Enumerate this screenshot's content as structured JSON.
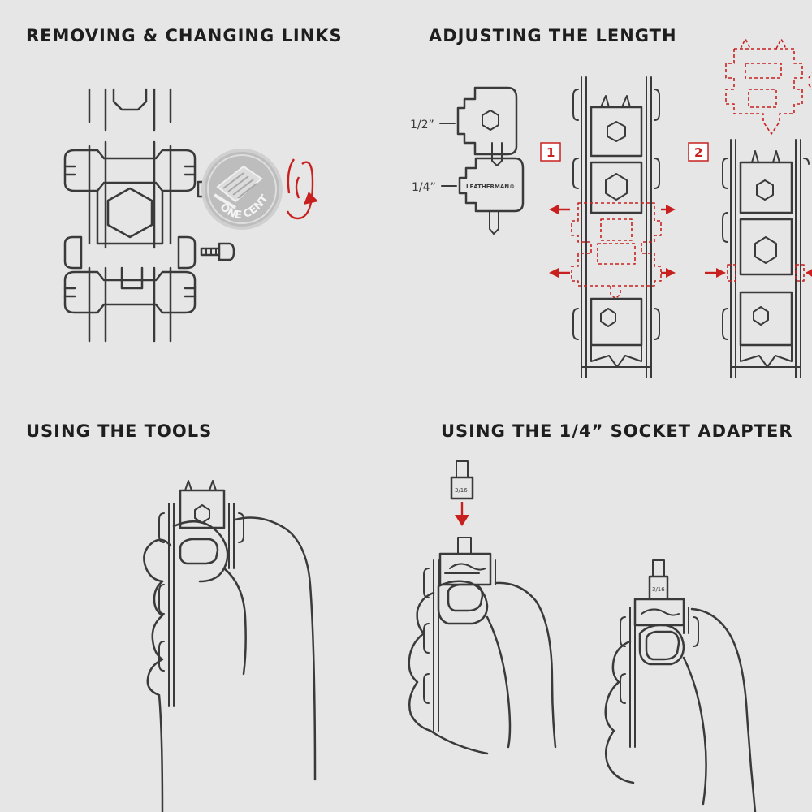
{
  "sections": {
    "removing_links": {
      "title": "REMOVING & CHANGING LINKS",
      "coin_text": "ONE CENT"
    },
    "adjusting_length": {
      "title": "ADJUSTING THE LENGTH",
      "size_large": "1/2”",
      "size_small": "1/4”",
      "link_brand": "LEATHERMAN®",
      "step_1": "1",
      "step_2": "2"
    },
    "using_tools": {
      "title": "USING THE TOOLS"
    },
    "socket_adapter": {
      "title": "USING THE 1/4” SOCKET ADAPTER",
      "bit_size": "3/16",
      "bit_size_2": "3/16"
    }
  },
  "colors": {
    "background": "#e6e6e6",
    "line": "#3a3a3a",
    "accent_red": "#c8201f",
    "title": "#1e1e1e"
  }
}
